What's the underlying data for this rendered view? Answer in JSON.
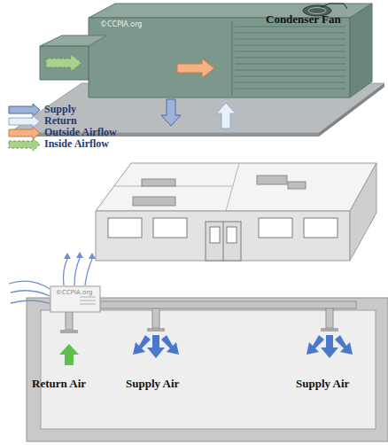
{
  "diagram": {
    "labels": [
      "©CCPIA.org",
      "Condenser Fan",
      "©CCPIA.org",
      "Return Air",
      "Supply Air",
      "Supply Air"
    ],
    "legend": [
      {
        "text": "Supply"
      },
      {
        "text": "Return"
      },
      {
        "text": "Outside Airflow"
      },
      {
        "text": "Inside Airflow"
      }
    ]
  }
}
